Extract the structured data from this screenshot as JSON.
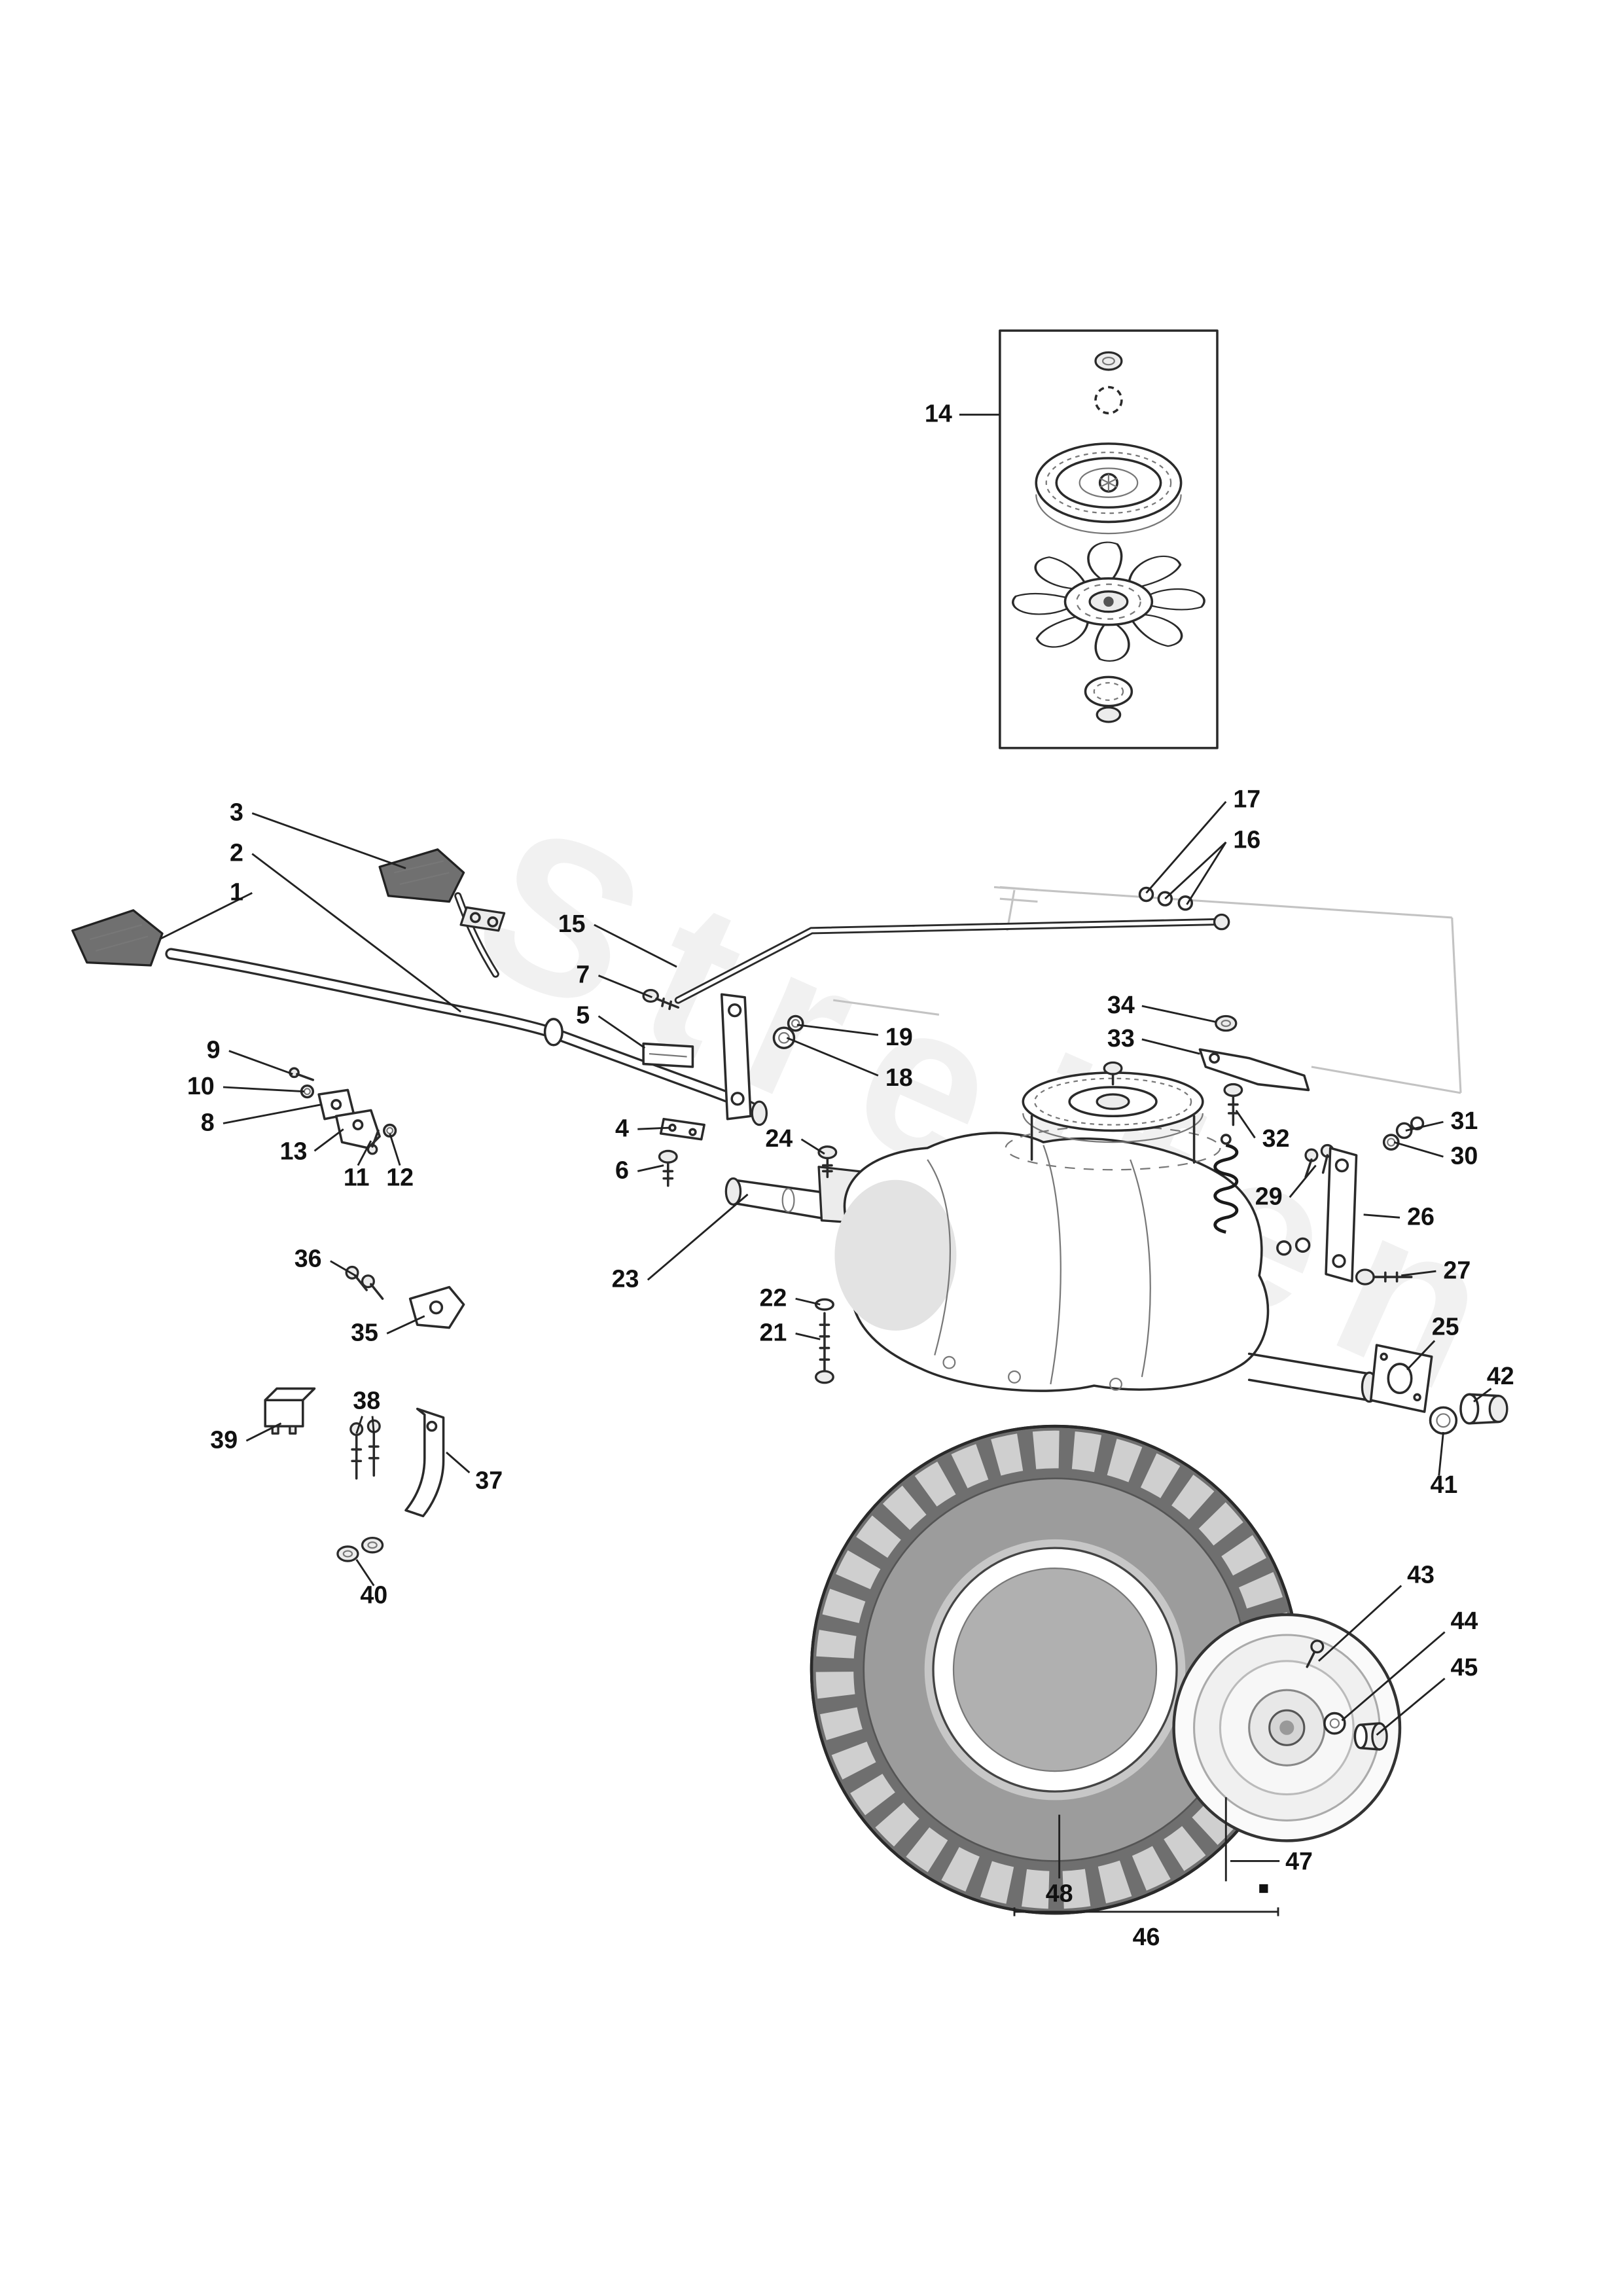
{
  "labels": {
    "p1": "1",
    "p2": "2",
    "p3": "3",
    "p4": "4",
    "p5": "5",
    "p6": "6",
    "p7": "7",
    "p8": "8",
    "p9": "9",
    "p10": "10",
    "p11": "11",
    "p12": "12",
    "p13": "13",
    "p14": "14",
    "p15": "15",
    "p16": "16",
    "p17": "17",
    "p18": "18",
    "p19": "19",
    "p21": "21",
    "p22": "22",
    "p23": "23",
    "p24": "24",
    "p25": "25",
    "p26": "26",
    "p27": "27",
    "p29": "29",
    "p30": "30",
    "p31": "31",
    "p32": "32",
    "p33": "33",
    "p34": "34",
    "p35": "35",
    "p36": "36",
    "p37": "37",
    "p38": "38",
    "p39": "39",
    "p40": "40",
    "p41": "41",
    "p42": "42",
    "p43": "43",
    "p44": "44",
    "p45": "45",
    "p46": "46",
    "p47": "47",
    "p48": "48"
  },
  "watermark": "Streifen"
}
